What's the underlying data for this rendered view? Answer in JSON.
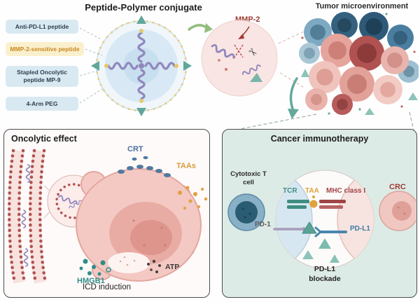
{
  "header": {
    "title": "Peptide-Polymer conjugate",
    "tumor_microenvironment": "Tumor microenvironment",
    "mmp2": "MMP-2"
  },
  "legend": {
    "items": [
      {
        "label": "Anti-PD-L1 peptide"
      },
      {
        "label": "MMP-2-sensitive peptide"
      },
      {
        "label": "Stapled Oncolytic peptide MP-9"
      },
      {
        "label": "4-Arm PEG"
      }
    ]
  },
  "oncolytic_panel": {
    "title": "Oncolytic effect",
    "crt": "CRT",
    "taas": "TAAs",
    "hmgb1": "HMGB1",
    "atp": "ATP",
    "caption": "ICD induction"
  },
  "immunotherapy_panel": {
    "title": "Cancer immunotherapy",
    "t_cell": "Cytotoxic T cell",
    "tcr": "TCR",
    "taa": "TAA",
    "mhc": "MHC class I",
    "pd1": "PD-1",
    "pdl1": "PD-L1",
    "blockade": "PD-L1 blockade",
    "crc": "CRC"
  },
  "colors": {
    "teal_accent": "#5fa79a",
    "purple_helix": "#9187bd",
    "mmp2_red": "#9e3b33",
    "taa_orange": "#dfa13e",
    "crt_blue": "#4a6fa5",
    "hmgb1_teal": "#2f8d89",
    "pdl1_blue": "#3a7ca5",
    "mhc_red": "#a04545",
    "mint_bg": "#ddebe6",
    "legend_blue_bg": "#d9e9f2",
    "legend_yellow_bg": "#fbf0cd"
  }
}
